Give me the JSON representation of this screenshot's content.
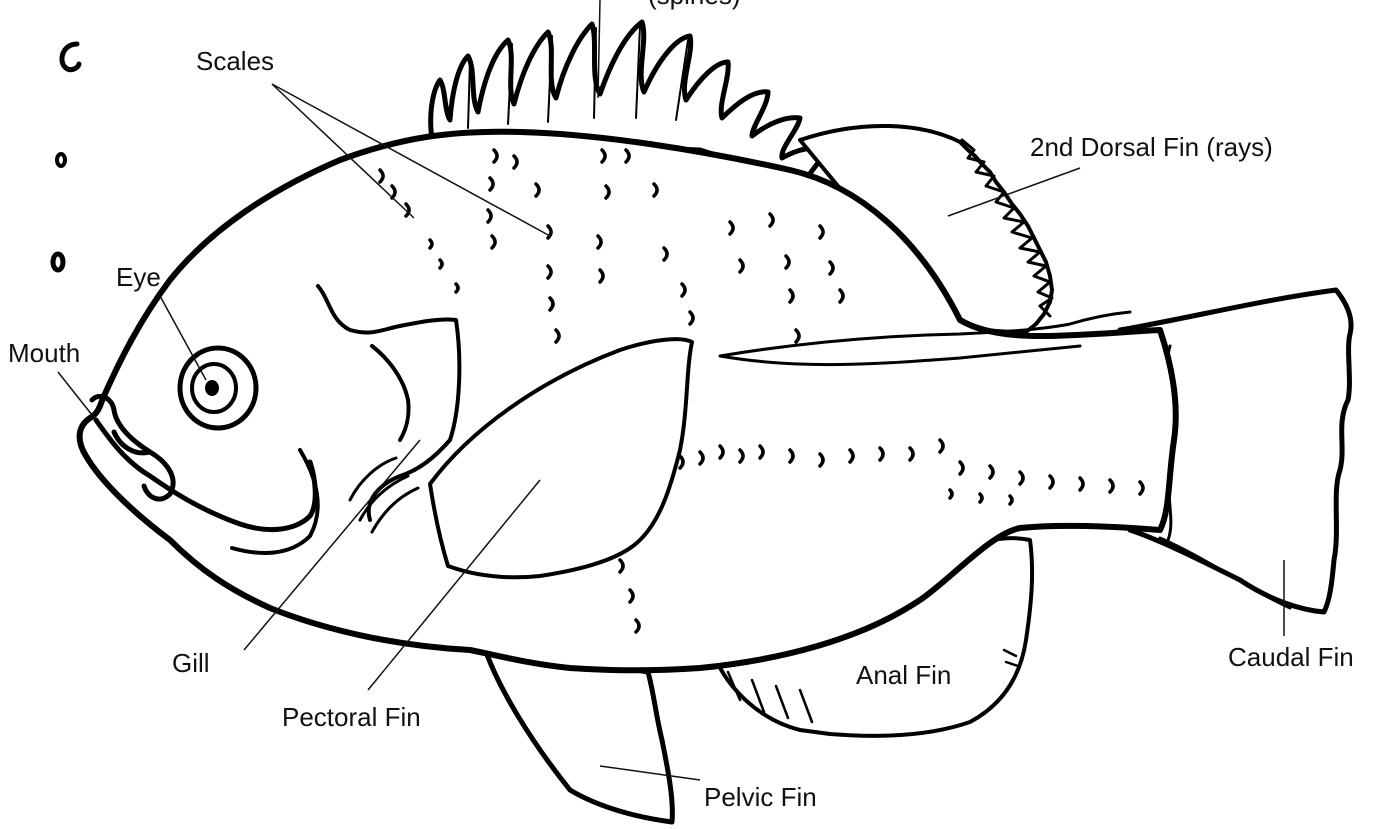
{
  "diagram": {
    "labels": {
      "top_clipped": "(spines)",
      "scales": "Scales",
      "second_dorsal": "2nd Dorsal Fin (rays)",
      "eye": "Eye",
      "mouth": "Mouth",
      "gill": "Gill",
      "pectoral": "Pectoral Fin",
      "pelvic": "Pelvic Fin",
      "anal": "Anal Fin",
      "caudal": "Caudal Fin"
    },
    "colors": {
      "ink": "#000000",
      "label": "#111111",
      "background": "#ffffff"
    }
  }
}
